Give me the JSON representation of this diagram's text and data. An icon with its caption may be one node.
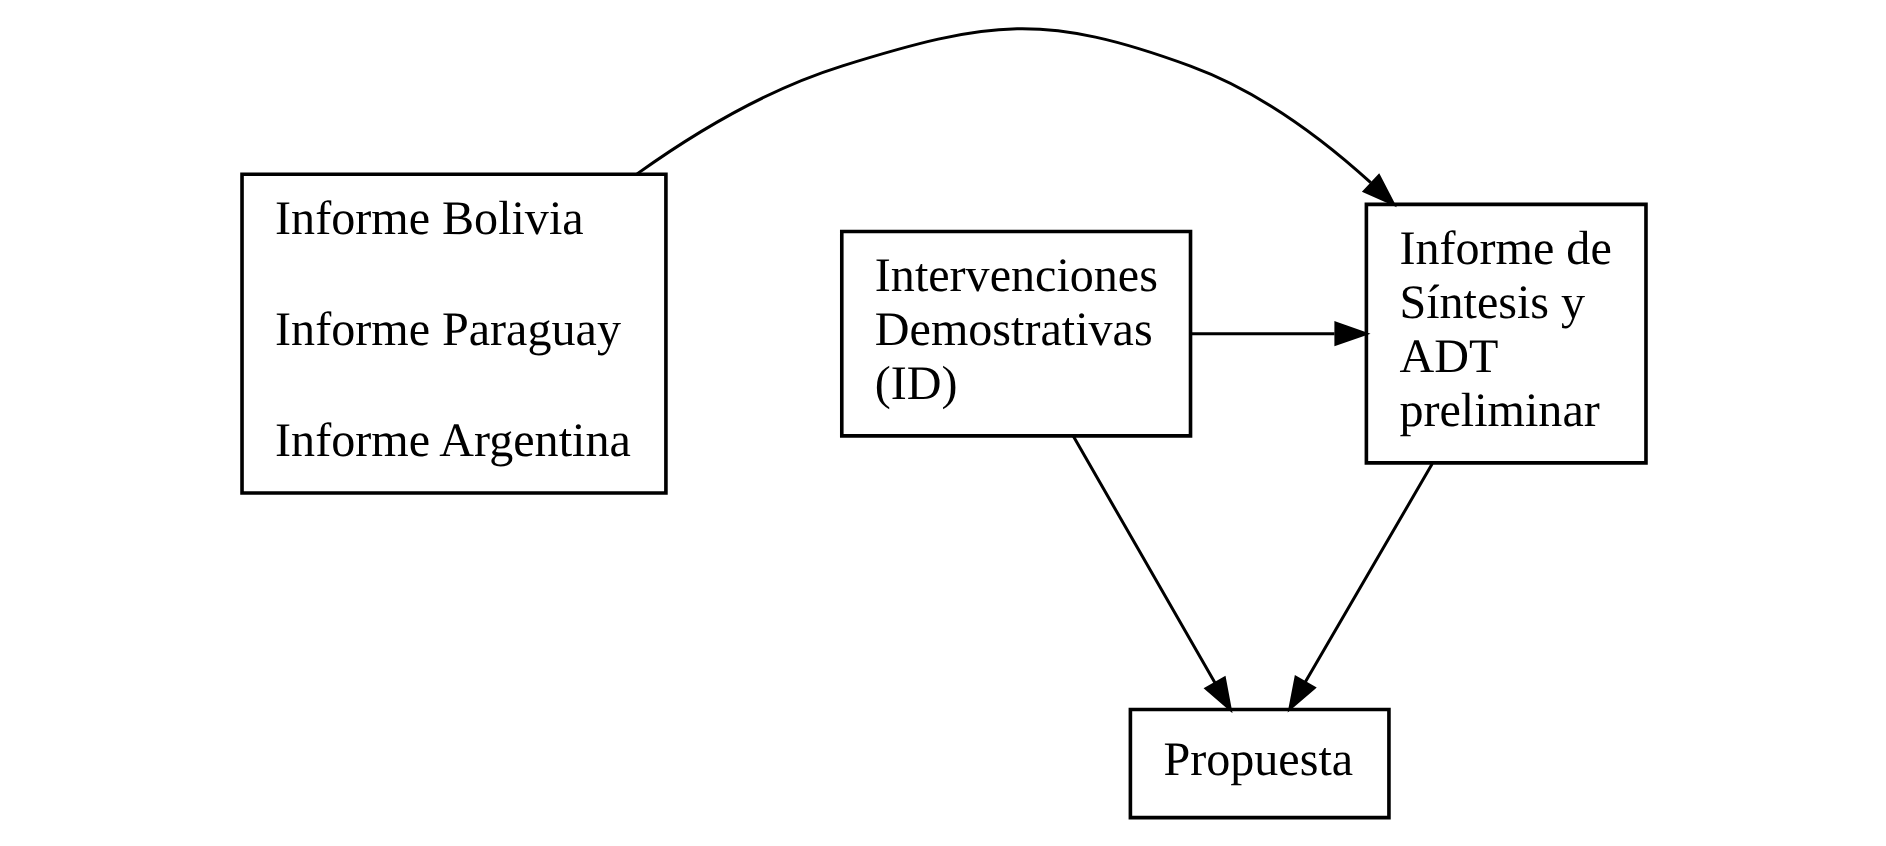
{
  "diagram": {
    "nodes": [
      {
        "text": [
          "Informe Bolivia",
          "Informe Paraguay",
          "Informe Argentina"
        ]
      },
      {
        "text": [
          "Informe de Síntesis y ADT preliminar"
        ]
      },
      {
        "text": [
          "Intervenciones Demostrativas (ID)"
        ]
      },
      {
        "text": [
          "Propuesta"
        ]
      }
    ],
    "edges": [
      {
        "from": 0,
        "to": 1,
        "arrow": "to"
      },
      {
        "from": 2,
        "to": 1,
        "arrow": "to"
      },
      {
        "from": 1,
        "to": 3,
        "arrow": "to"
      },
      {
        "from": 2,
        "to": 3,
        "arrow": "to"
      }
    ]
  }
}
